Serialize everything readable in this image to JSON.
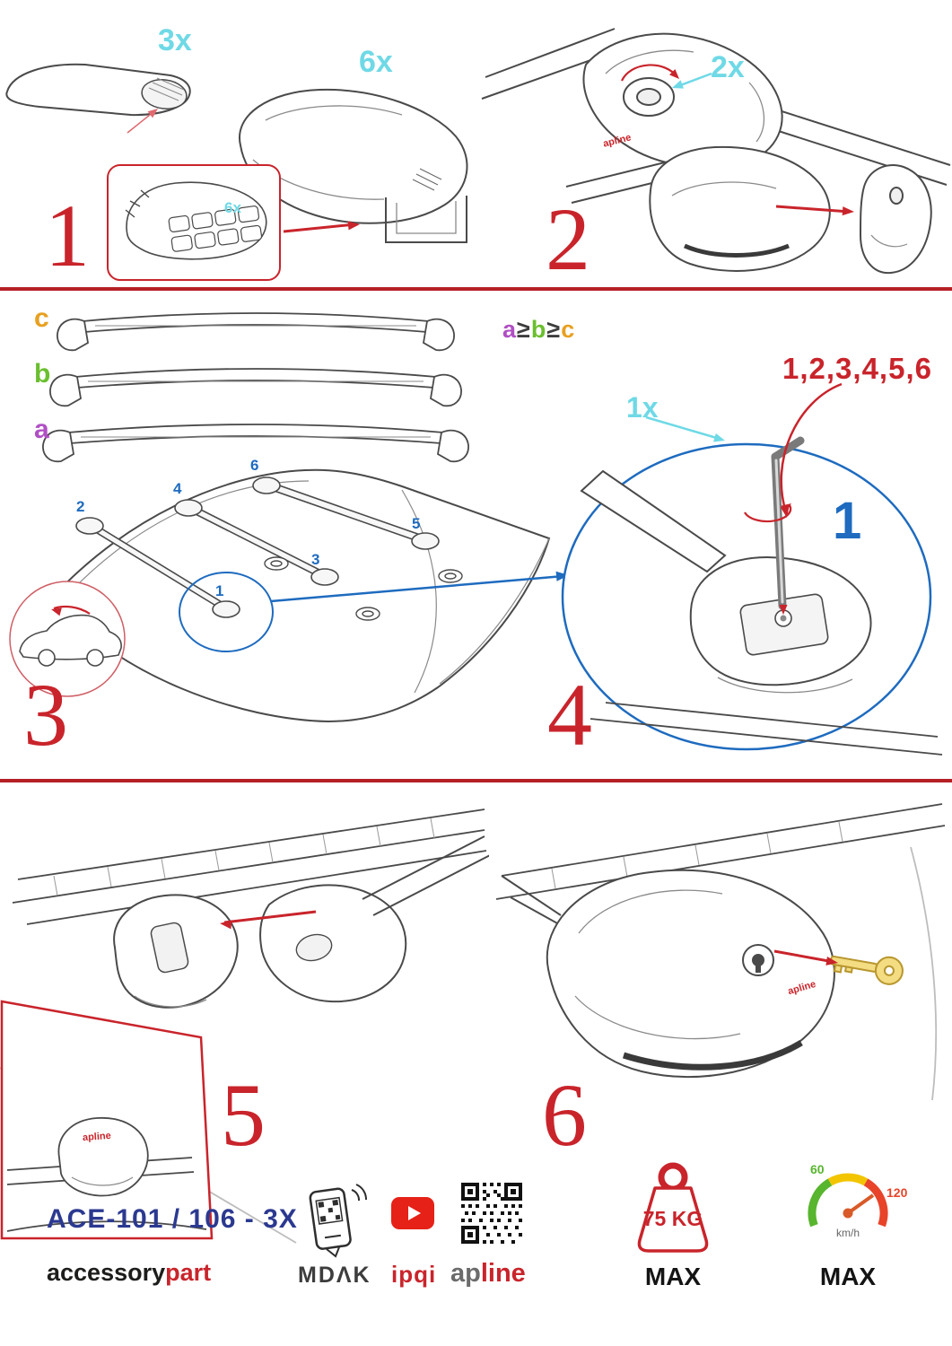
{
  "colors": {
    "accent_red": "#c9242b",
    "qty_cyan": "#6fd9e6",
    "callout_blue": "#1e6bbf",
    "product_navy": "#2b3990",
    "label_a_purple": "#b04fc4",
    "label_b_green": "#6abf2e",
    "label_c_orange": "#e8a020"
  },
  "steps": {
    "one": {
      "number": "1",
      "bar_qty": "3x",
      "cover_qty": "6x",
      "pad_qty": "6x"
    },
    "two": {
      "number": "2",
      "knob_qty": "2x"
    },
    "three": {
      "number": "3",
      "bar_labels": {
        "a": "a",
        "b": "b",
        "c": "c"
      },
      "positions": [
        "1",
        "2",
        "3",
        "4",
        "5",
        "6"
      ]
    },
    "four": {
      "number": "4",
      "rule": {
        "a": "a",
        "gte1": "≥",
        "b": "b",
        "gte2": "≥",
        "c": "c"
      },
      "tightening_sequence": "1,2,3,4,5,6",
      "tool_qty": "1x",
      "callout": "1"
    },
    "five": {
      "number": "5"
    },
    "six": {
      "number": "6"
    }
  },
  "foot_logo": "apline",
  "footer": {
    "product_code": "ACE-101 / 106 - 3X",
    "accessorypart": {
      "accessory": "accessory",
      "part": "part"
    },
    "mdak": "MDΛK",
    "ipqi": "ipqi",
    "apline": {
      "ap": "ap",
      "line": "line"
    },
    "weight_limit": {
      "value": "75 KG",
      "max": "MAX"
    },
    "speed_limit": {
      "low": "60",
      "high": "120",
      "unit": "km/h",
      "max": "MAX"
    }
  }
}
